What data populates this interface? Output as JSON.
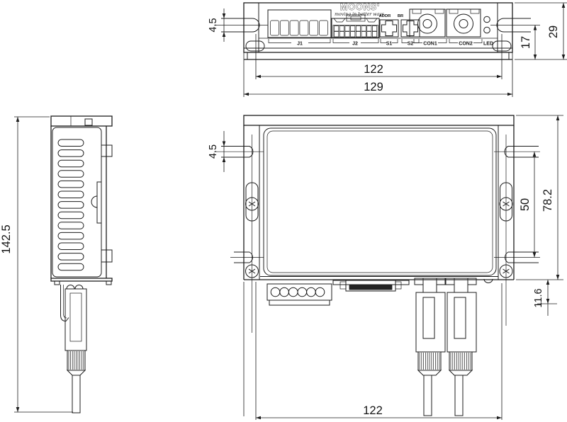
{
  "logo": {
    "brand": "MOONS'",
    "tagline": "moving in better ways"
  },
  "labels": {
    "j1": "J1",
    "j2": "J2",
    "s1": "S1",
    "s2": "S2",
    "addr": "ADDR",
    "br": "BR",
    "con1": "CON1",
    "con2": "CON2",
    "led": "LED"
  },
  "dims": {
    "top_slot": "4.5",
    "top_depth_mount": "17",
    "top_depth": "29",
    "top_mount_width": "122",
    "top_width": "129",
    "side_height": "142.5",
    "front_slot": "4.5",
    "front_hole_span": "50",
    "front_height": "78.2",
    "front_clip": "11.6",
    "front_mount_width": "122"
  }
}
